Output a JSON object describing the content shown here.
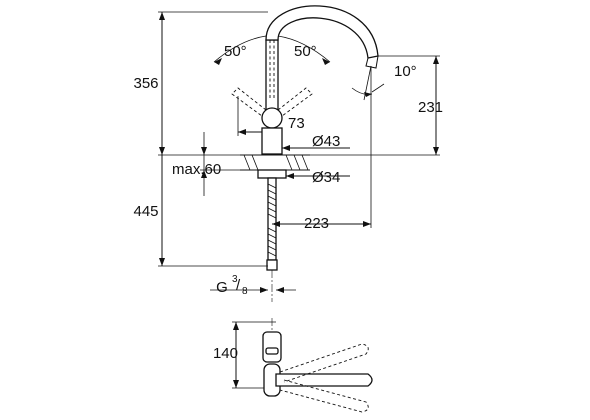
{
  "dimensions": {
    "total_height": "356",
    "angle_left": "50°",
    "angle_right": "50°",
    "spout_tilt": "10°",
    "spout_height": "231",
    "lever_offset": "73",
    "base_diameter": "Ø43",
    "max_deck_thickness": "max.60",
    "hole_diameter": "Ø34",
    "hose_length": "445",
    "spout_reach": "223",
    "thread_prefix": "G",
    "thread_numerator": "3",
    "thread_denominator": "8",
    "top_view_width": "140"
  },
  "colors": {
    "line": "#111111",
    "background": "#ffffff"
  }
}
